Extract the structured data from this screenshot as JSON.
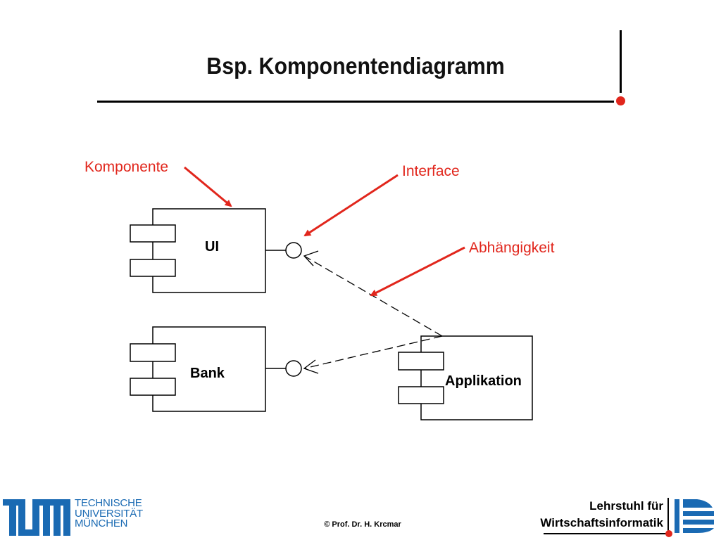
{
  "slide": {
    "title": "Bsp. Komponentendiagramm"
  },
  "diagram": {
    "components": [
      {
        "id": "ui",
        "label": "UI"
      },
      {
        "id": "bank",
        "label": "Bank"
      },
      {
        "id": "applikation",
        "label": "Applikation"
      }
    ],
    "annotations": {
      "component": "Komponente",
      "interface": "Interface",
      "dependency": "Abhängigkeit"
    },
    "colors": {
      "annotation": "#e1261c",
      "line": "#000000",
      "tum_blue": "#1a6ab3"
    }
  },
  "footer": {
    "tum_lines": [
      "TECHNISCHE",
      "UNIVERSITÄT",
      "MÜNCHEN"
    ],
    "copyright": "© Prof. Dr. H. Krcmar",
    "chair_line1": "Lehrstuhl für",
    "chair_line2": "Wirtschaftsinformatik"
  }
}
